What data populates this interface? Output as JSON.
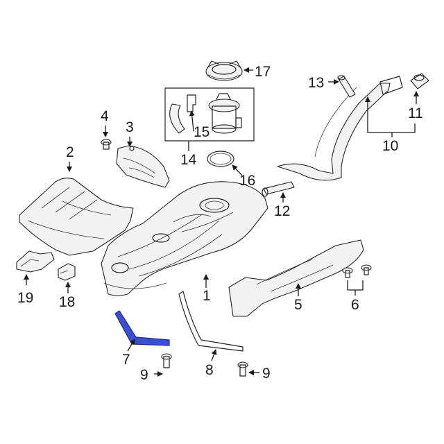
{
  "callouts": {
    "c1": "1",
    "c2": "2",
    "c3": "3",
    "c4": "4",
    "c5": "5",
    "c6": "6",
    "c7": "7",
    "c8": "8",
    "c9a": "9",
    "c9b": "9",
    "c10": "10",
    "c11": "11",
    "c12": "12",
    "c13": "13",
    "c14": "14",
    "c15": "15",
    "c16": "16",
    "c17": "17",
    "c18": "18",
    "c19": "19"
  },
  "colors": {
    "line": "#222222",
    "highlight": "#3b4fd0"
  }
}
